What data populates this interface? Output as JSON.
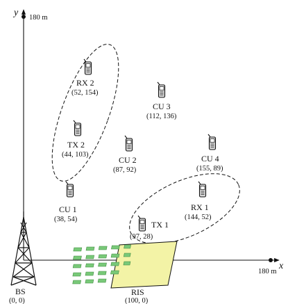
{
  "axes": {
    "y_label": "y",
    "x_label": "x",
    "y_max_label": "180 m",
    "x_max_label": "180 m"
  },
  "bs": {
    "name": "BS",
    "coord": "(0, 0)"
  },
  "ris": {
    "name": "RIS",
    "coord": "(100, 0)"
  },
  "devices": [
    {
      "id": "rx2",
      "name": "RX 2",
      "coord": "(52, 154)"
    },
    {
      "id": "tx2",
      "name": "TX 2",
      "coord": "(44, 103)"
    },
    {
      "id": "cu3",
      "name": "CU 3",
      "coord": "(112, 136)"
    },
    {
      "id": "cu2",
      "name": "CU 2",
      "coord": "(87, 92)"
    },
    {
      "id": "cu4",
      "name": "CU 4",
      "coord": "(155, 89)"
    },
    {
      "id": "cu1",
      "name": "CU 1",
      "coord": "(38, 54)"
    },
    {
      "id": "rx1",
      "name": "RX 1",
      "coord": "(144, 52)"
    },
    {
      "id": "tx1",
      "name": "TX 1",
      "coord": "(97, 28)"
    }
  ],
  "colors": {
    "ris_fill": "#f3f3a6",
    "ris_cell": "#79c979",
    "ink": "#111111"
  }
}
